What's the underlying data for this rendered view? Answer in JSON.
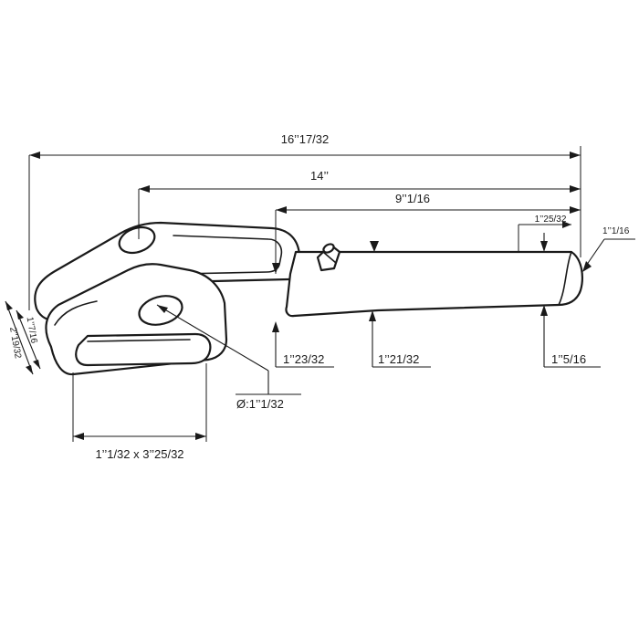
{
  "dimensions": {
    "overall_length": "16’’17/32",
    "clevis_to_end": "14’’",
    "shank_length": "9’’1/16",
    "chamfer_length": "1’’25/32",
    "chamfer_size": "1’’1/16",
    "fork_gap": "1’’7/16",
    "fork_width": "2’’19/32",
    "shank_start_dia": "1’’23/32",
    "shank_mid_dia": "1’’21/32",
    "shank_end_dia": "1’’5/16",
    "pin_hole_dia": "Ø:1’’1/32",
    "slot_size": "1’’1/32 x 3’’25/32"
  }
}
